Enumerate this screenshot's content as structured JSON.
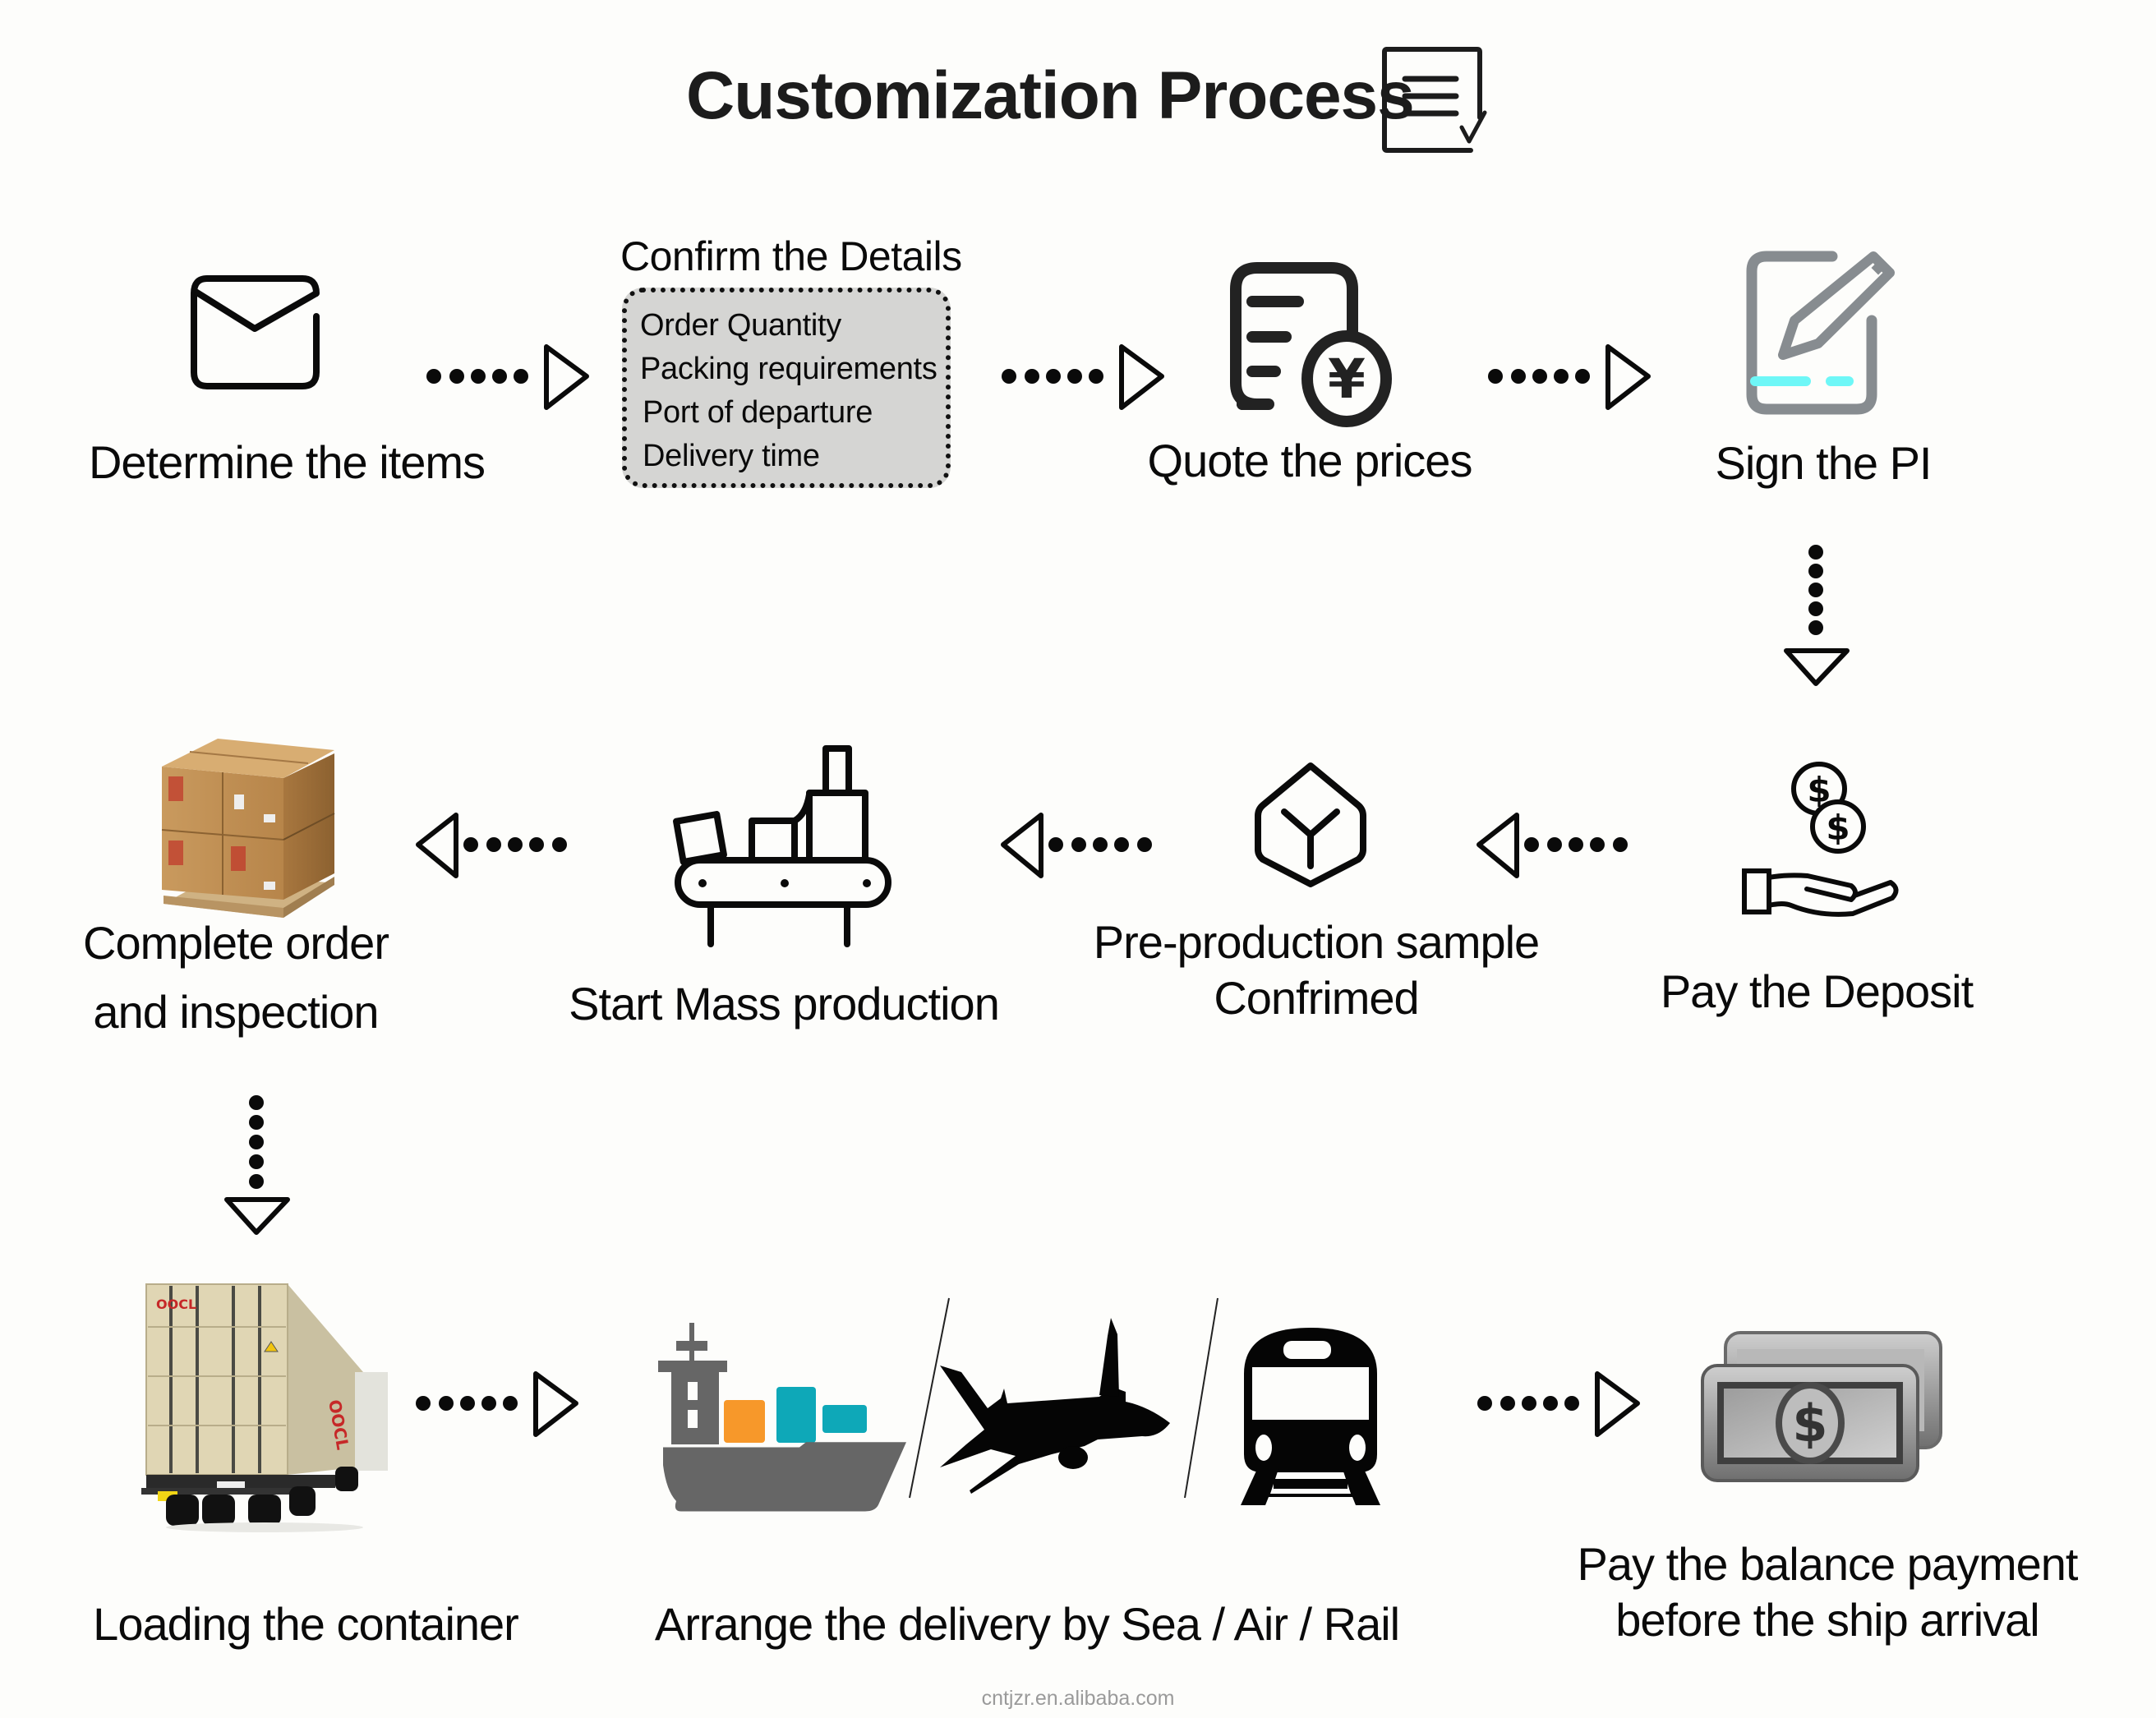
{
  "header": {
    "title": "Customization Process",
    "icon": "checklist-document-icon"
  },
  "steps": [
    {
      "id": 1,
      "label": "Determine the items",
      "icon": "envelope-icon"
    },
    {
      "id": 2,
      "label": "Confirm the Details",
      "icon": "details-box",
      "details": [
        "Order Quantity",
        "Packing requirements",
        "Port of departure",
        "Delivery time"
      ]
    },
    {
      "id": 3,
      "label": "Quote the prices",
      "icon": "yen-invoice-icon"
    },
    {
      "id": 4,
      "label": "Sign the PI",
      "icon": "sign-document-pencil-icon"
    },
    {
      "id": 5,
      "label": "Pay the Deposit",
      "icon": "hand-coins-icon"
    },
    {
      "id": 6,
      "label_lines": [
        "Pre-production sample",
        "Confrimed"
      ],
      "icon": "cube-icon"
    },
    {
      "id": 7,
      "label": "Start Mass production",
      "icon": "conveyor-belt-icon"
    },
    {
      "id": 8,
      "label_lines": [
        "Complete order",
        "and inspection"
      ],
      "icon": "pallet-boxes-image"
    },
    {
      "id": 9,
      "label": "Loading the container",
      "icon": "container-truck-image"
    },
    {
      "id": 10,
      "label": "Arrange the delivery by Sea / Air / Rail",
      "icons": [
        "cargo-ship-icon",
        "airplane-icon",
        "train-icon"
      ]
    },
    {
      "id": 11,
      "label_lines": [
        "Pay the balance payment",
        "before the ship arrival"
      ],
      "icon": "banknotes-icon"
    }
  ],
  "colors": {
    "text": "#0a0a0a",
    "details_bg": "#d5d5d3",
    "sign_icon_gray": "#878c90",
    "sign_icon_cyan": "#6ef7f7",
    "ship_gray": "#666666",
    "ship_orange": "#f7982a",
    "ship_teal": "#0ea8b8",
    "watermark": "#9a9a9a"
  },
  "footer": {
    "watermark": "cntjzr.en.alibaba.com"
  }
}
